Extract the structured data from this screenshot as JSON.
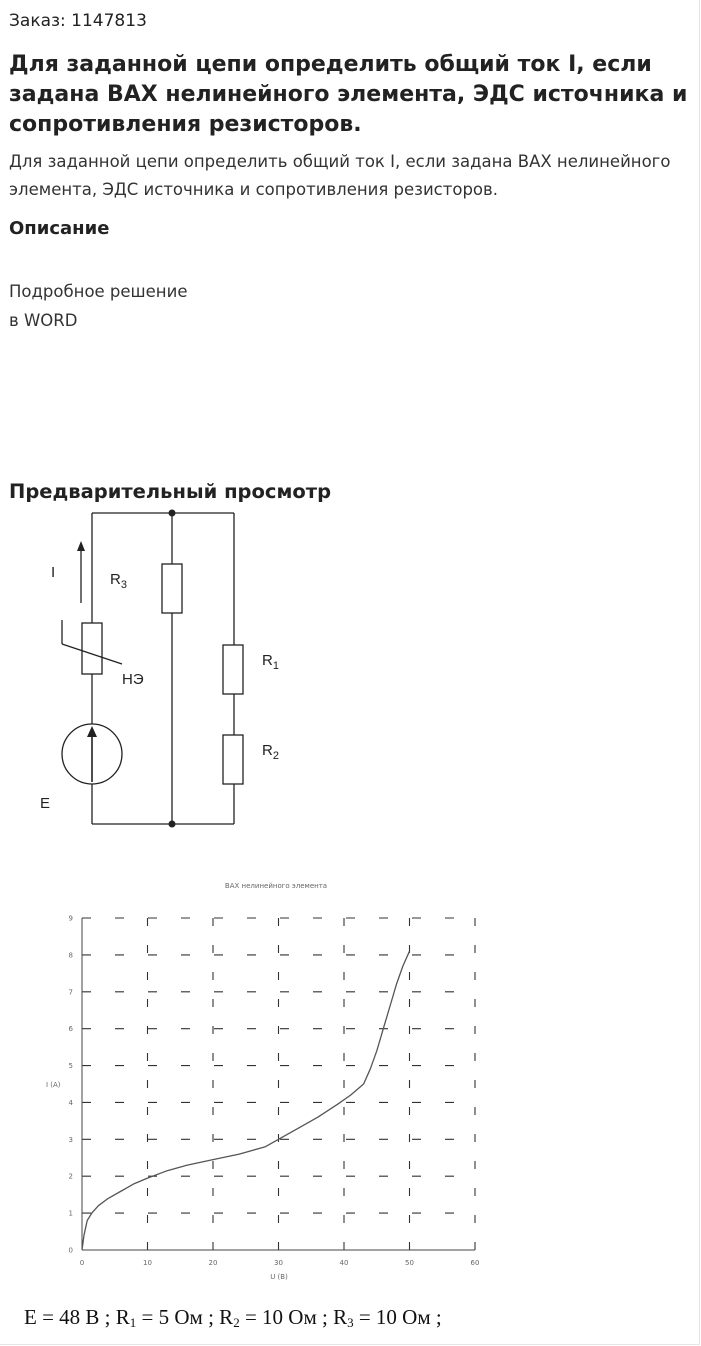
{
  "order": {
    "label": "Заказ: 1147813"
  },
  "title": "Для заданной цепи определить общий ток I, если задана ВАХ нелинейного элемента, ЭДС источника и сопротивления резисторов.",
  "lead": "Для заданной цепи определить общий ток I, если задана ВАХ нелинейного элемента, ЭДС источника и сопротивления резисторов.",
  "description": {
    "heading": "Описание",
    "lines": [
      "Подробное решение",
      "в WORD"
    ]
  },
  "preview": {
    "heading": "Предварительный просмотр"
  },
  "circuit": {
    "current_label": "I",
    "r3_main": "R",
    "r3_sub": "3",
    "r1_main": "R",
    "r1_sub": "1",
    "r2_main": "R",
    "r2_sub": "2",
    "ne_label": "НЭ",
    "e_label": "E"
  },
  "chart_data": {
    "type": "line",
    "title": "ВАХ нелинейного элемента",
    "xlabel": "U (В)",
    "ylabel": "I (A)",
    "xlim": [
      0,
      60
    ],
    "ylim": [
      0,
      9
    ],
    "xticks": [
      0,
      10,
      20,
      30,
      40,
      50,
      60
    ],
    "yticks": [
      0,
      1,
      2,
      3,
      4,
      5,
      6,
      7,
      8,
      9
    ],
    "grid": true,
    "series": [
      {
        "x": [
          0,
          0.3,
          0.8,
          1.5,
          2.5,
          4,
          6,
          8,
          10,
          13,
          16,
          20,
          24,
          28,
          30,
          33,
          36,
          39,
          41,
          43,
          44,
          45,
          46,
          47,
          48,
          49,
          50
        ],
        "y": [
          0,
          0.4,
          0.8,
          1.0,
          1.2,
          1.4,
          1.6,
          1.8,
          1.95,
          2.15,
          2.3,
          2.45,
          2.6,
          2.8,
          3.0,
          3.3,
          3.6,
          3.95,
          4.2,
          4.5,
          4.9,
          5.4,
          6.0,
          6.6,
          7.2,
          7.7,
          8.1
        ]
      }
    ]
  },
  "formula": {
    "e": "E = 48 В ;",
    "r1_main": "R",
    "r1_sub": "1",
    "r1_val": "= 5 Ом ;",
    "r2_main": "R",
    "r2_sub": "2",
    "r2_val": "= 10 Ом ;",
    "r3_main": "R",
    "r3_sub": "3",
    "r3_val": "= 10 Ом ;"
  }
}
